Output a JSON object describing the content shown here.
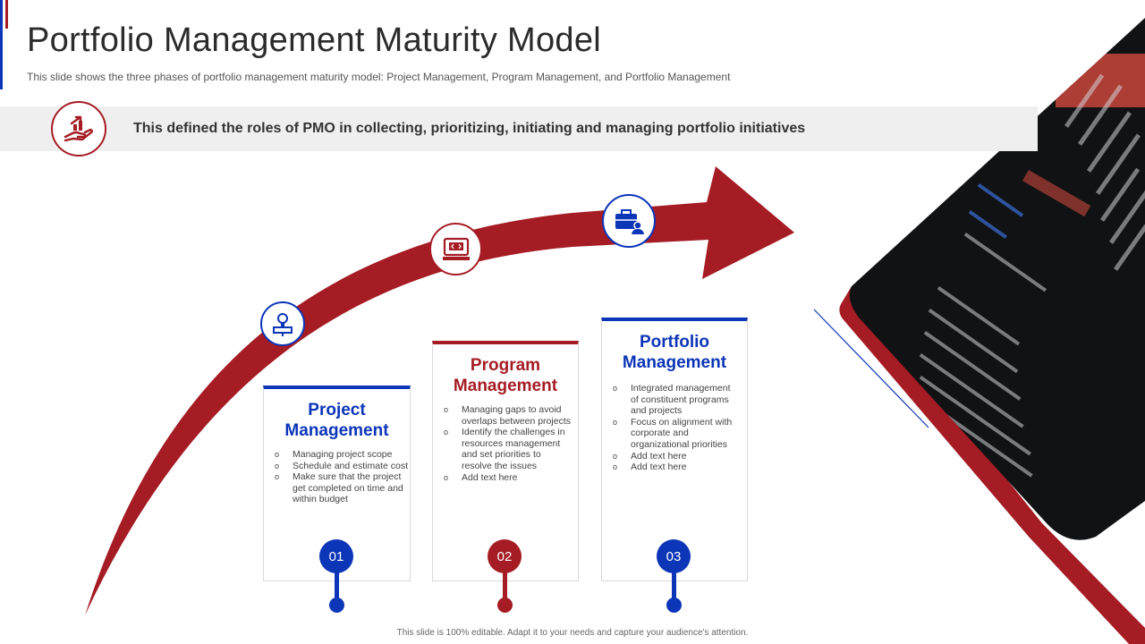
{
  "slide": {
    "title": "Portfolio Management Maturity Model",
    "subtitle": "This slide shows the three phases of portfolio management maturity model: Project Management, Program Management, and Portfolio Management",
    "banner_text": "This defined the roles of PMO in collecting, prioritizing, initiating and managing portfolio initiatives",
    "footer": "This slide is 100% editable. Adapt it to your needs and capture your audience's attention."
  },
  "colors": {
    "red": "#a51c24",
    "blue": "#0c35b8",
    "banner_bg": "#efefef"
  },
  "icons": {
    "banner": "hand-growth-chart-icon",
    "arc_1": "bulb-presentation-icon",
    "arc_2": "code-monitor-icon",
    "arc_3": "briefcase-person-icon"
  },
  "phases": [
    {
      "number": "01",
      "title_line1": "Project",
      "title_line2": "Management",
      "bullets": [
        "Managing project scope",
        "Schedule and estimate cost",
        "Make sure that the project get completed on time and within budget"
      ]
    },
    {
      "number": "02",
      "title_line1": "Program",
      "title_line2": "Management",
      "bullets": [
        "Managing gaps to avoid overlaps between projects",
        "Identify the challenges in resources management and set priorities to resolve the issues",
        "Add text here"
      ]
    },
    {
      "number": "03",
      "title_line1": "Portfolio",
      "title_line2": "Management",
      "bullets": [
        "Integrated management of constituent programs and projects",
        "Focus on alignment  with corporate and organizational priorities",
        "Add text here",
        "Add text here"
      ]
    }
  ]
}
